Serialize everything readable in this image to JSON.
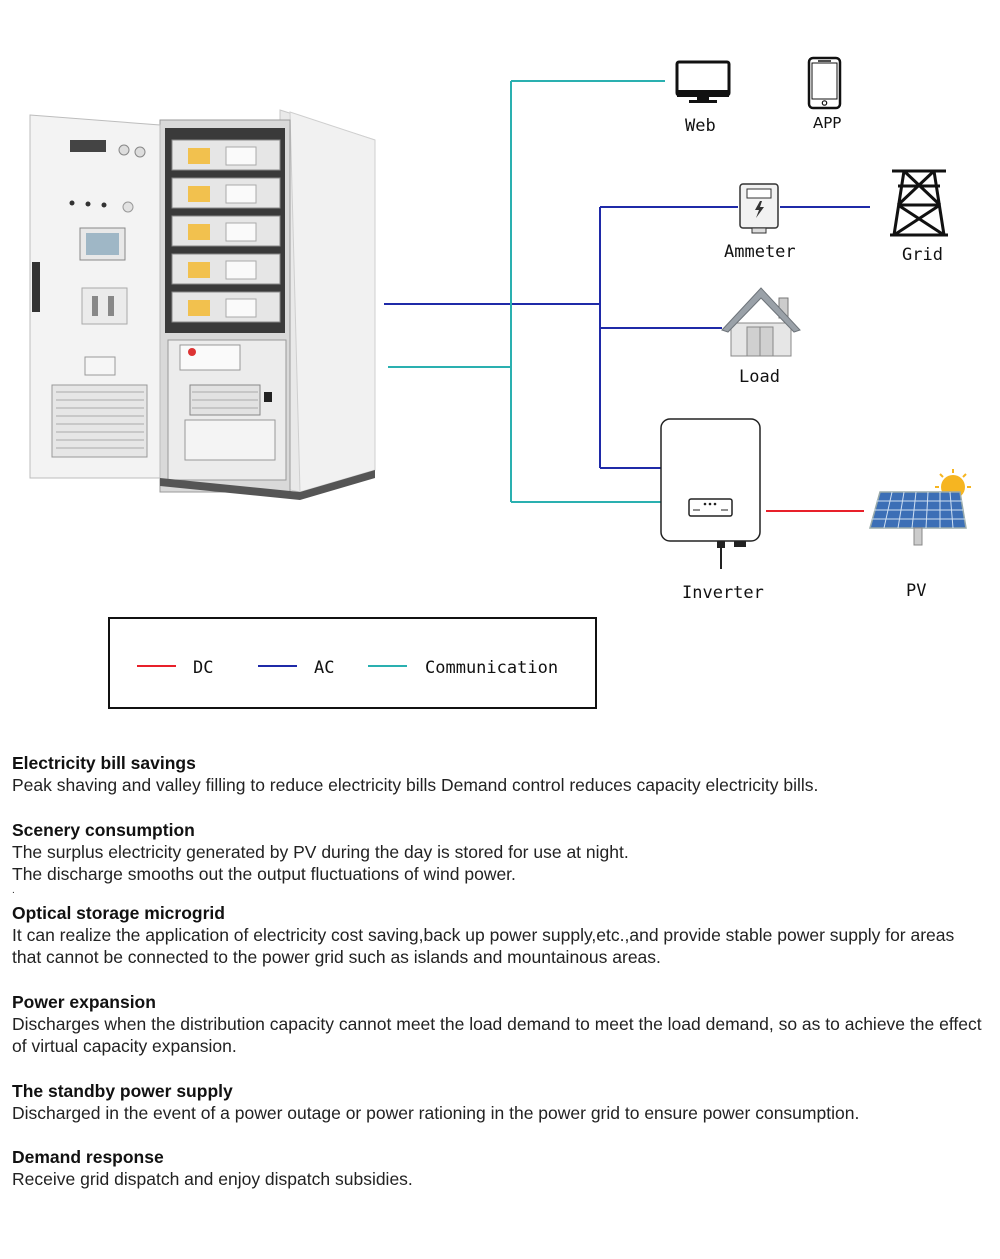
{
  "diagram": {
    "nodes": {
      "web": "Web",
      "app": "APP",
      "ammeter": "Ammeter",
      "grid": "Grid",
      "load": "Load",
      "inverter": "Inverter",
      "pv": "PV"
    },
    "legend": [
      {
        "label": "DC",
        "color": "#e8202a"
      },
      {
        "label": "AC",
        "color": "#1f2aa8"
      },
      {
        "label": "Communication",
        "color": "#2ab0b0"
      }
    ],
    "colors": {
      "dc": "#e8202a",
      "ac": "#1f2aa8",
      "communication": "#2ab0b0"
    }
  },
  "sections": [
    {
      "title": "Electricity bill savings",
      "lines": [
        "Peak shaving and valley filling to reduce electricity bills Demand control reduces capacity electricity bills."
      ]
    },
    {
      "title": "Scenery consumption",
      "lines": [
        "The surplus electricity generated by PV during the day is stored for use at night.",
        "The discharge smooths out the output fluctuations of wind power."
      ],
      "trailing": "."
    },
    {
      "title": "Optical storage microgrid",
      "lines": [
        "It can realize the application of electricity cost saving,back up power supply,etc.,and provide stable power supply for areas that cannot be connected to the power grid such as islands and mountainous areas."
      ]
    },
    {
      "title": "Power expansion",
      "lines": [
        "Discharges when the distribution capacity cannot meet the load demand to meet the load demand, so as to achieve the effect of virtual capacity expansion."
      ]
    },
    {
      "title": "The standby power supply",
      "lines": [
        "Discharged in the event of a power outage or power rationing in the power grid to ensure power consumption."
      ]
    },
    {
      "title": "Demand response",
      "lines": [
        "Receive grid dispatch and enjoy dispatch subsidies."
      ]
    }
  ]
}
